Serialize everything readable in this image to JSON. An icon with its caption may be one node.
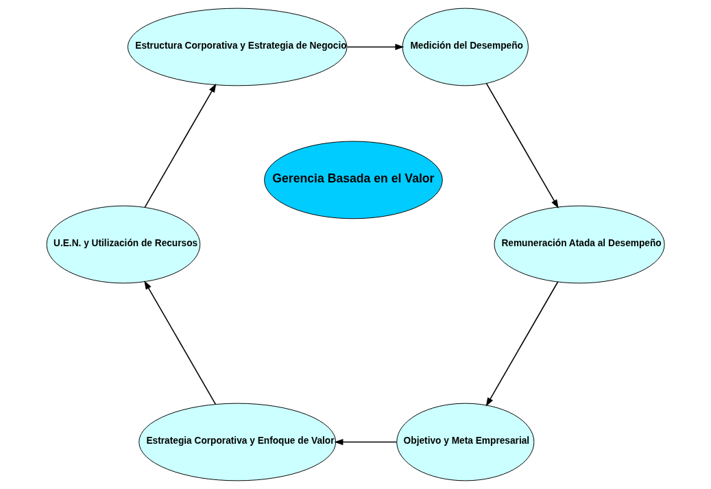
{
  "diagram": {
    "nodes": [
      {
        "text": [
          "Objetivo y Meta Empresarial"
        ]
      },
      {
        "text": [
          "Remuneración Atada al Desempeño"
        ]
      },
      {
        "text": [
          "Gerencia Basada en el Valor"
        ]
      },
      {
        "text": [
          "Estrategia Corporativa y Enfoque de Valor"
        ]
      },
      {
        "text": [
          "U.E.N. y Utilización de Recursos"
        ]
      },
      {
        "text": [
          "Medición del Desempeño"
        ]
      },
      {
        "text": [
          "Estructura Corporativa y Estrategia de Negocio"
        ]
      }
    ],
    "edges": [
      {
        "from": 0,
        "to": 3,
        "arrow": "to"
      },
      {
        "from": 3,
        "to": 4,
        "arrow": "to"
      },
      {
        "from": 4,
        "to": 6,
        "arrow": "to"
      },
      {
        "from": 6,
        "to": 5,
        "arrow": "to"
      },
      {
        "from": 5,
        "to": 1,
        "arrow": "to"
      },
      {
        "from": 1,
        "to": 0,
        "arrow": "to"
      }
    ]
  }
}
